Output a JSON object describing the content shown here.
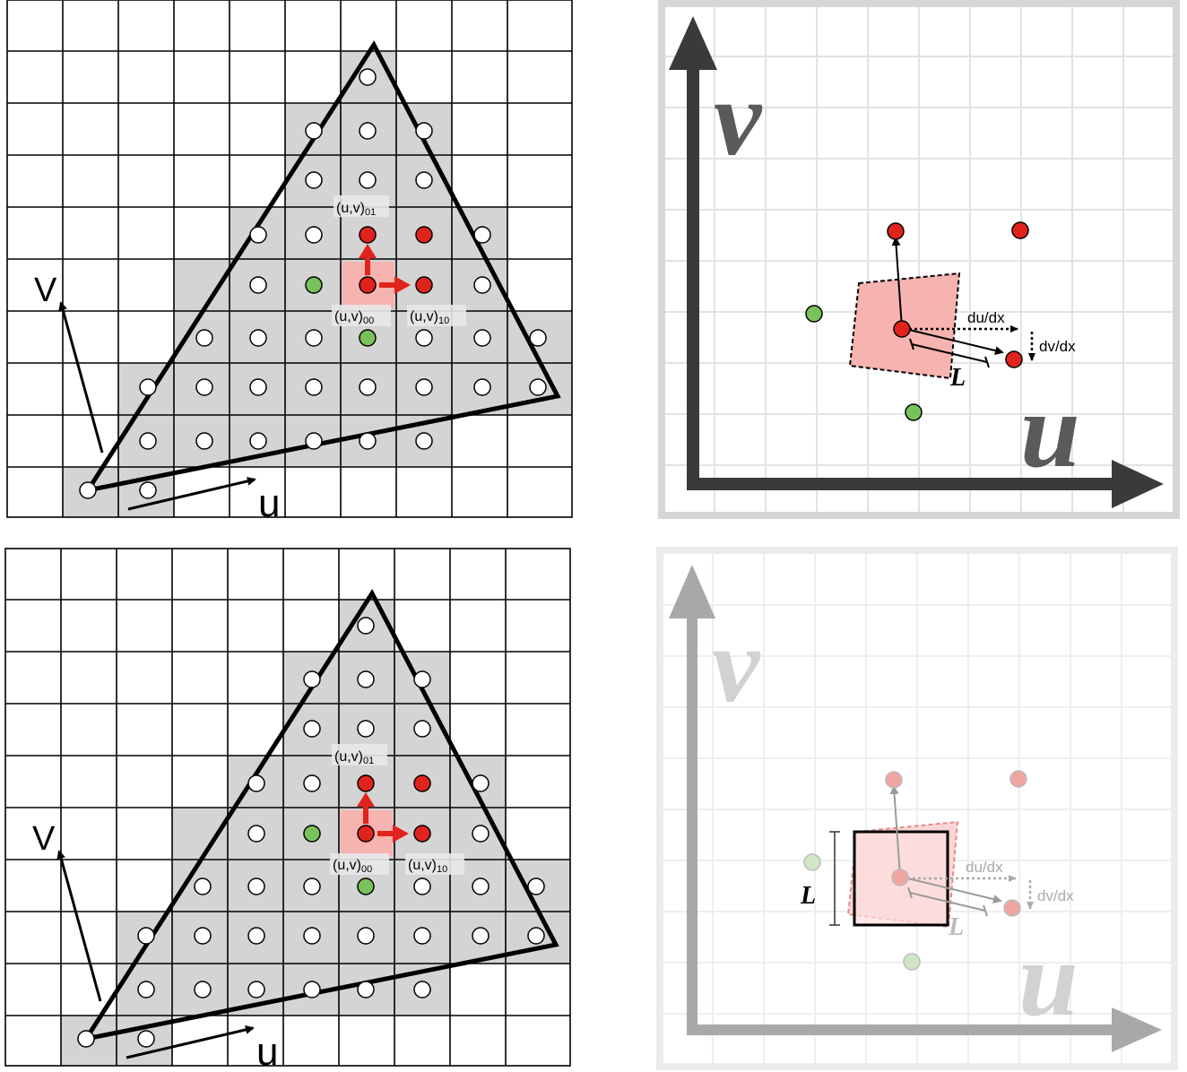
{
  "panels": {
    "top_left": {
      "u_label": "u",
      "v_label": "V",
      "label_01": "(u,v)",
      "label_01_sub": "01",
      "label_00": "(u,v)",
      "label_00_sub": "00",
      "label_10": "(u,v)",
      "label_10_sub": "10"
    },
    "bottom_left": {
      "u_label": "u",
      "v_label": "V",
      "label_01": "(u,v)",
      "label_01_sub": "01",
      "label_00": "(u,v)",
      "label_00_sub": "00",
      "label_10": "(u,v)",
      "label_10_sub": "10"
    },
    "top_right": {
      "u_axis": "u",
      "v_axis": "v",
      "du_dx": "du/dx",
      "dv_dx": "dv/dx",
      "L": "L"
    },
    "bottom_right": {
      "u_axis": "u",
      "v_axis": "v",
      "du_dx": "du/dx",
      "dv_dx": "dv/dx",
      "L_box": "L",
      "L_vec": "L"
    }
  },
  "colors": {
    "grid_line": "#000000",
    "coverage_fill": "#d4d4d4",
    "red_dot": "#e0231c",
    "green_dot": "#79c15b",
    "pink_footprint": "#f7b3b0",
    "axis_dark": "#3a3a3a",
    "axis_light": "#a8a8a8"
  }
}
